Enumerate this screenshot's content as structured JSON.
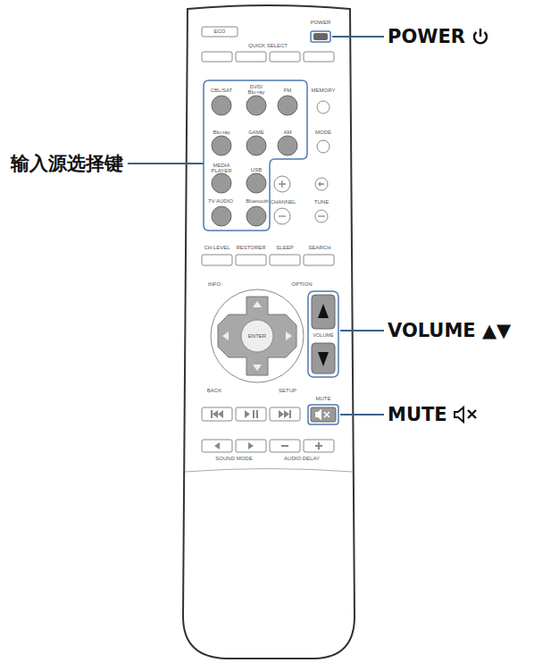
{
  "diagram": {
    "labels": [
      "POWER",
      "输入源选择键",
      "VOLUME ▲▼",
      "MUTE",
      "ECO",
      "POWER",
      "QUICK SELECT",
      "CBL/SAT",
      "DVD/ Blu-ray",
      "FM",
      "MEMORY",
      "Blu-ray",
      "GAME",
      "AM",
      "MODE",
      "MEDIA PLAYER",
      "USB",
      "TV AUDIO",
      "Bluetooth",
      "CHANNEL",
      "TUNE",
      "CH LEVEL",
      "RESTORER",
      "SLEEP",
      "SEARCH",
      "INFO",
      "OPTION",
      "ENTER",
      "VOLUME",
      "BACK",
      "SETUP",
      "MUTE",
      "SOUND MODE",
      "AUDIO DELAY"
    ]
  }
}
